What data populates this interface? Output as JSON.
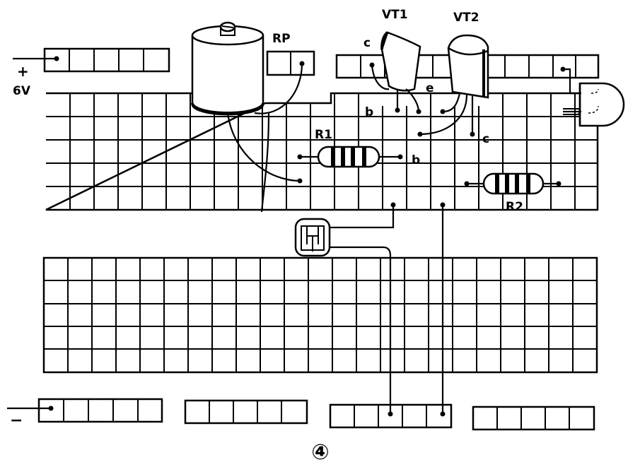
{
  "labels": {
    "rp": "RP",
    "vt1": "VT1",
    "vt2": "VT2",
    "r1": "R1",
    "r2": "R2",
    "plus_sign": "+",
    "voltage": "6V",
    "minus_sign": "−",
    "c_vt1": "c",
    "e_pin": "e",
    "b_vt1": "b",
    "b_r1": "b",
    "c_vt2": "c",
    "figure_number": "④"
  }
}
